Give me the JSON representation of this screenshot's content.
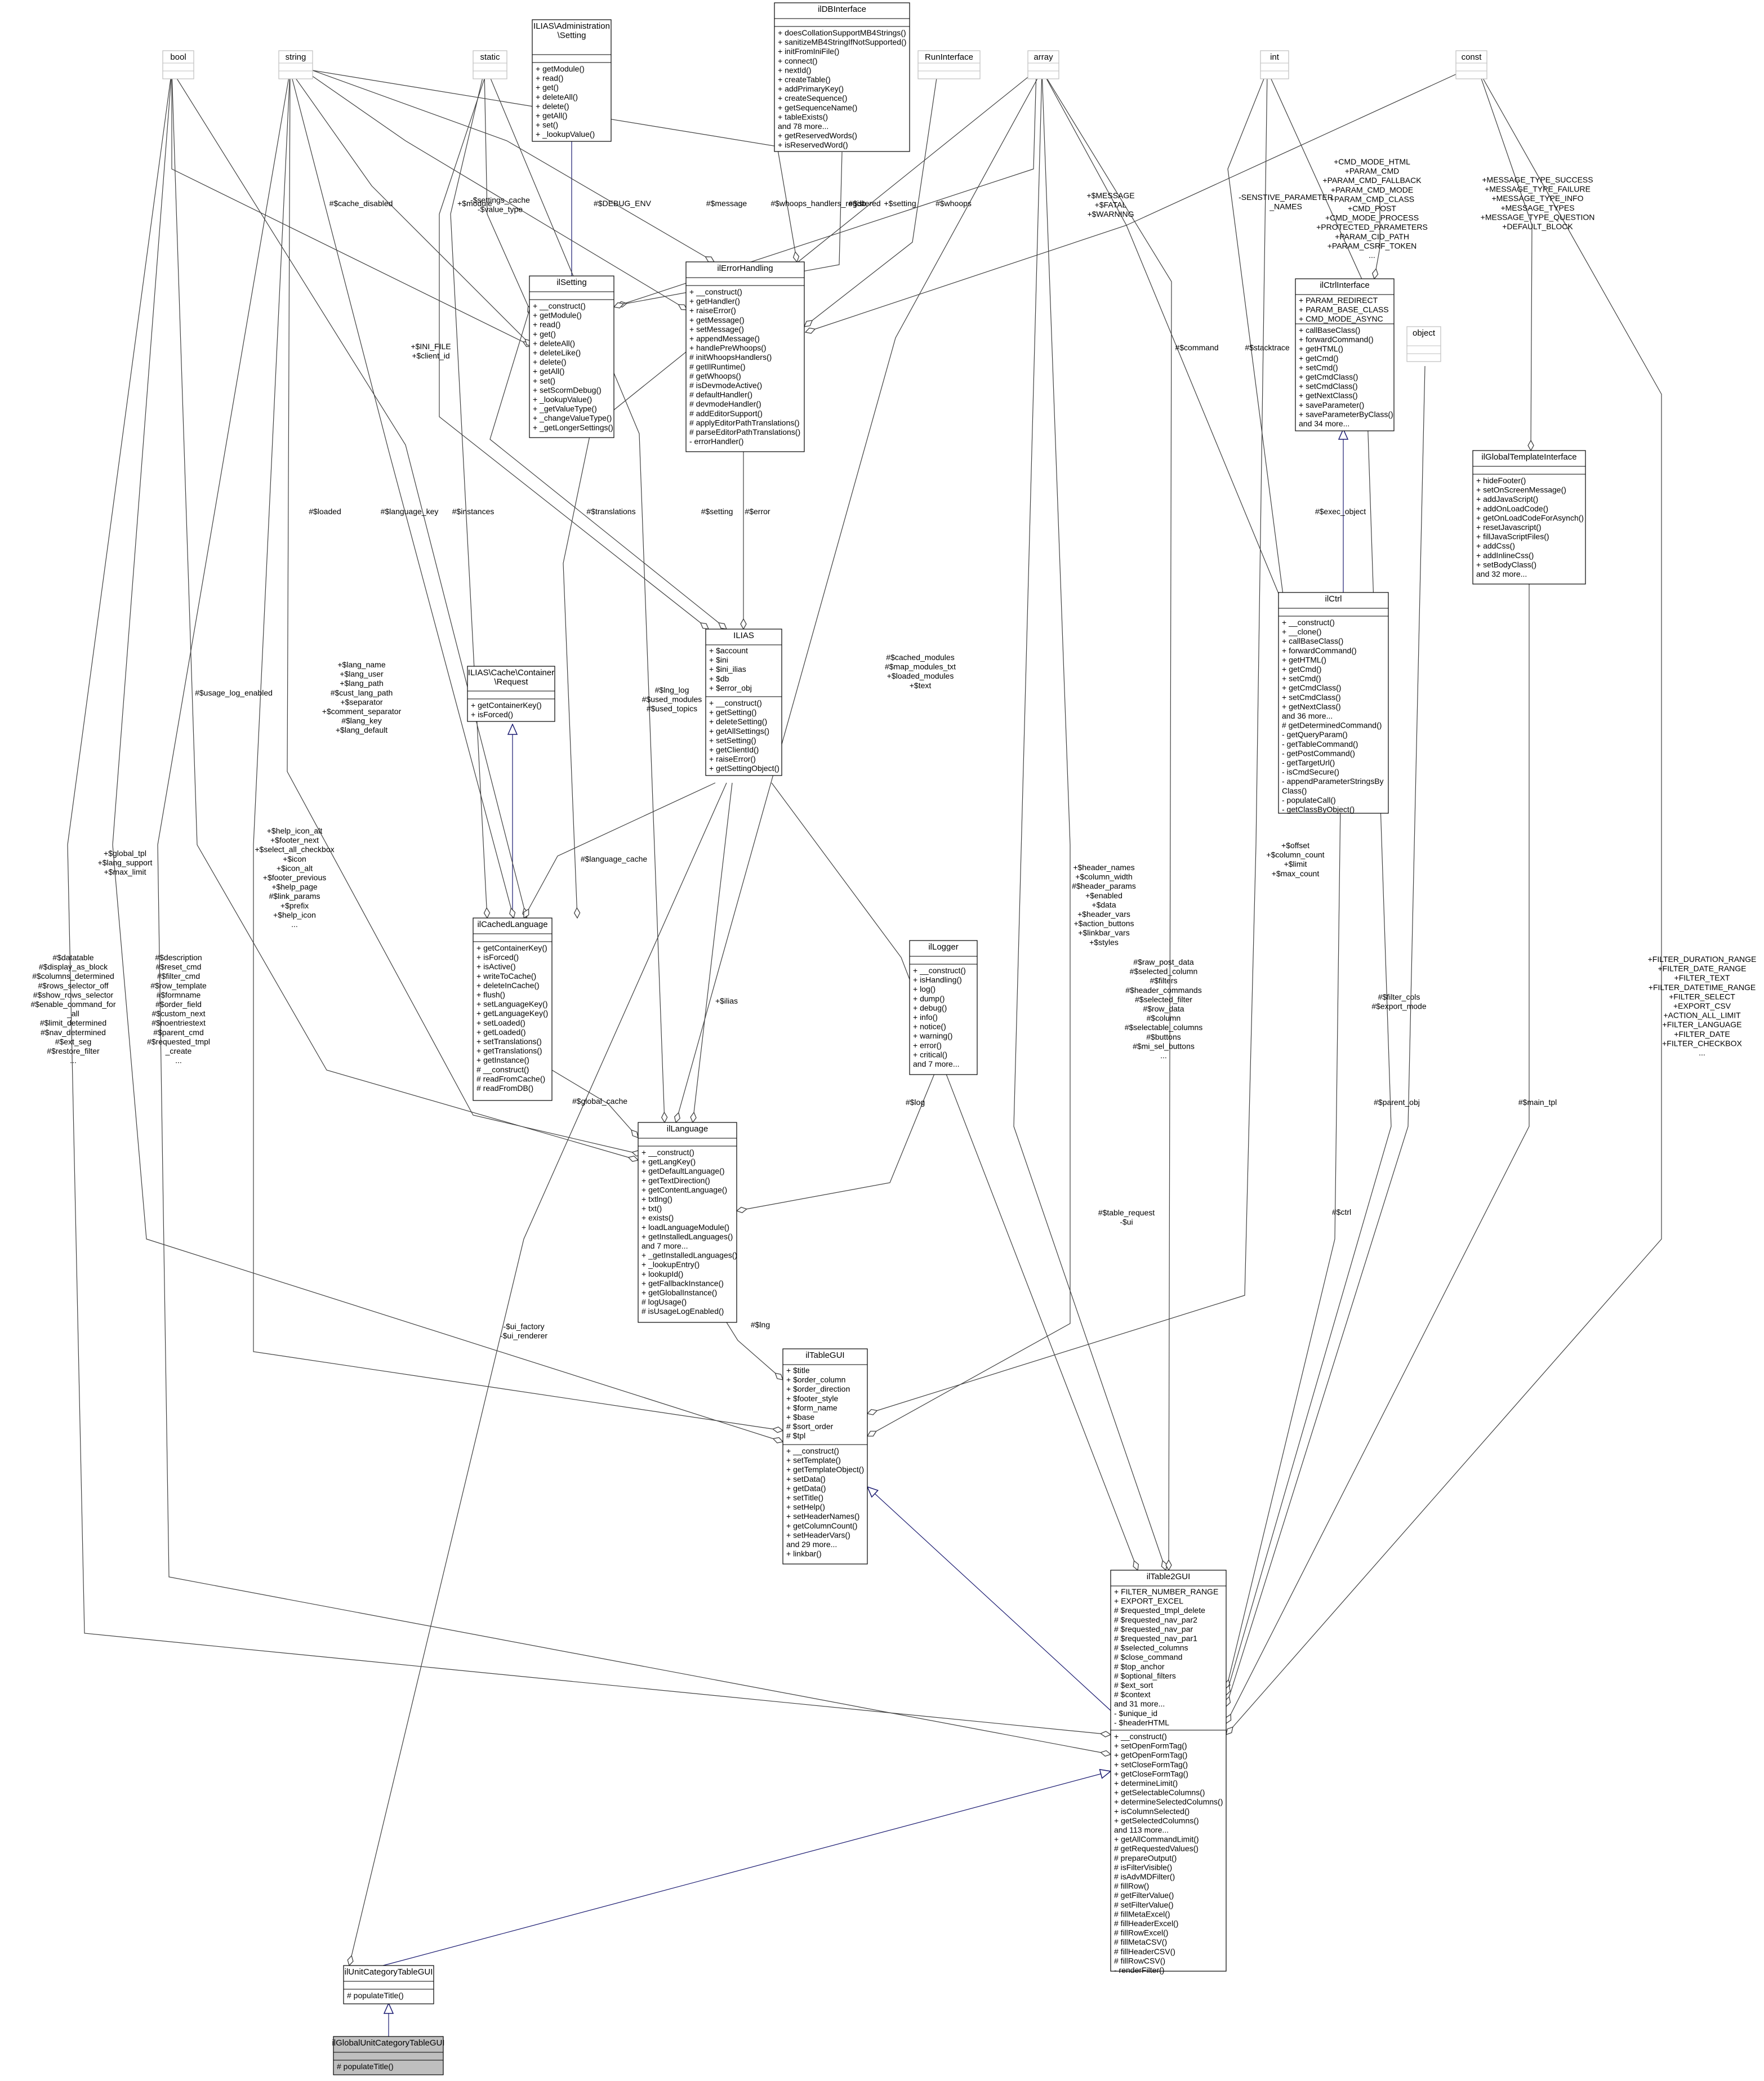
{
  "classes": {
    "bool": {
      "title": "bool",
      "attrs": [],
      "ops": []
    },
    "string": {
      "title": "string",
      "attrs": [],
      "ops": []
    },
    "static": {
      "title": "static",
      "attrs": [],
      "ops": []
    },
    "setting_iface": {
      "title": "ILIAS\\Administration\n\\Setting",
      "attrs": [],
      "ops": [
        "+ getModule()",
        "+ read()",
        "+ get()",
        "+ deleteAll()",
        "+ delete()",
        "+ getAll()",
        "+ set()",
        "+ _lookupValue()"
      ]
    },
    "dbinterface": {
      "title": "ilDBInterface",
      "attrs": [],
      "ops": [
        "+ doesCollationSupportMB4Strings()",
        "+ sanitizeMB4StringIfNotSupported()",
        "+ initFromIniFile()",
        "+ connect()",
        "+ nextId()",
        "+ createTable()",
        "+ addPrimaryKey()",
        "+ createSequence()",
        "+ getSequenceName()",
        "+ tableExists()",
        "and 78 more...",
        "+ getReservedWords()",
        "+ isReservedWord()"
      ]
    },
    "runinterface": {
      "title": "RunInterface",
      "attrs": [],
      "ops": []
    },
    "array": {
      "title": "array",
      "attrs": [],
      "ops": []
    },
    "int": {
      "title": "int",
      "attrs": [],
      "ops": []
    },
    "const": {
      "title": "const",
      "attrs": [],
      "ops": []
    },
    "ilsetting": {
      "title": "ilSetting",
      "attrs": [],
      "ops": [
        "+ __construct()",
        "+ getModule()",
        "+ read()",
        "+ get()",
        "+ deleteAll()",
        "+ deleteLike()",
        "+ delete()",
        "+ getAll()",
        "+ set()",
        "+ setScormDebug()",
        "+ _lookupValue()",
        "+ _getValueType()",
        "+ _changeValueType()",
        "+ _getLongerSettings()"
      ]
    },
    "ilerrorhandling": {
      "title": "ilErrorHandling",
      "attrs": [],
      "ops": [
        "+ __construct()",
        "+ getHandler()",
        "+ raiseError()",
        "+ getMessage()",
        "+ setMessage()",
        "+ appendMessage()",
        "+ handlePreWhoops()",
        "# initWhoopsHandlers()",
        "# getIlRuntime()",
        "# getWhoops()",
        "# isDevmodeActive()",
        "# defaultHandler()",
        "# devmodeHandler()",
        "# addEditorSupport()",
        "# applyEditorPathTranslations()",
        "# parseEditorPathTranslations()",
        "- errorHandler()"
      ]
    },
    "ilctrlinterface": {
      "title": "ilCtrlInterface",
      "attrs": [
        "+ PARAM_REDIRECT",
        "+ PARAM_BASE_CLASS",
        "+ CMD_MODE_ASYNC"
      ],
      "ops": [
        "+ callBaseClass()",
        "+ forwardCommand()",
        "+ getHTML()",
        "+ getCmd()",
        "+ setCmd()",
        "+ getCmdClass()",
        "+ setCmdClass()",
        "+ getNextClass()",
        "+ saveParameter()",
        "+ saveParameterByClass()",
        "and 34 more..."
      ]
    },
    "object": {
      "title": "object",
      "attrs": [],
      "ops": []
    },
    "ilglobaltemplateinterface": {
      "title": "ilGlobalTemplateInterface",
      "attrs": [],
      "ops": [
        "+ hideFooter()",
        "+ setOnScreenMessage()",
        "+ addJavaScript()",
        "+ addOnLoadCode()",
        "+ getOnLoadCodeForAsynch()",
        "+ resetJavascript()",
        "+ fillJavaScriptFiles()",
        "+ addCss()",
        "+ addInlineCss()",
        "+ setBodyClass()",
        "and 32 more..."
      ]
    },
    "ilias": {
      "title": "ILIAS",
      "attrs": [
        "+ $account",
        "+ $ini",
        "+ $ini_ilias",
        "+ $db",
        "+ $error_obj"
      ],
      "ops": [
        "+ __construct()",
        "+ getSetting()",
        "+ deleteSetting()",
        "+ getAllSettings()",
        "+ setSetting()",
        "+ getClientId()",
        "+ raiseError()",
        "+ getSettingObject()"
      ]
    },
    "cacherequest": {
      "title": "ILIAS\\Cache\\Container\n\\Request",
      "attrs": [],
      "ops": [
        "+ getContainerKey()",
        "+ isForced()"
      ]
    },
    "ilctrl": {
      "title": "ilCtrl",
      "attrs": [],
      "ops": [
        "+ __construct()",
        "+ __clone()",
        "+ callBaseClass()",
        "+ forwardCommand()",
        "+ getHTML()",
        "+ getCmd()",
        "+ setCmd()",
        "+ getCmdClass()",
        "+ setCmdClass()",
        "+ getNextClass()",
        "and 36 more...",
        "# getDeterminedCommand()",
        "- getQueryParam()",
        "- getTableCommand()",
        "- getPostCommand()",
        "- getTargetUrl()",
        "- isCmdSecure()",
        "- appendParameterStringsBy",
        "Class()",
        "- populateCall()",
        "- getClassByObject()"
      ]
    },
    "ilcachedlanguage": {
      "title": "ilCachedLanguage",
      "attrs": [],
      "ops": [
        "+ getContainerKey()",
        "+ isForced()",
        "+ isActive()",
        "+ writeToCache()",
        "+ deleteInCache()",
        "+ flush()",
        "+ setLanguageKey()",
        "+ getLanguageKey()",
        "+ setLoaded()",
        "+ getLoaded()",
        "+ setTranslations()",
        "+ getTranslations()",
        "+ getInstance()",
        "# __construct()",
        "# readFromCache()",
        "# readFromDB()"
      ]
    },
    "illogger": {
      "title": "ilLogger",
      "attrs": [],
      "ops": [
        "+ __construct()",
        "+ isHandling()",
        "+ log()",
        "+ dump()",
        "+ debug()",
        "+ info()",
        "+ notice()",
        "+ warning()",
        "+ error()",
        "+ critical()",
        "and 7 more..."
      ]
    },
    "illanguage": {
      "title": "ilLanguage",
      "attrs": [],
      "ops": [
        "+ __construct()",
        "+ getLangKey()",
        "+ getDefaultLanguage()",
        "+ getTextDirection()",
        "+ getContentLanguage()",
        "+ txtlng()",
        "+ txt()",
        "+ exists()",
        "+ loadLanguageModule()",
        "+ getInstalledLanguages()",
        "and 7 more...",
        "+ _getInstalledLanguages()",
        "+ _lookupEntry()",
        "+ lookupId()",
        "+ getFallbackInstance()",
        "+ getGlobalInstance()",
        "# logUsage()",
        "# isUsageLogEnabled()"
      ]
    },
    "iltablegui": {
      "title": "ilTableGUI",
      "attrs": [
        "+ $title",
        "+ $order_column",
        "+ $order_direction",
        "+ $footer_style",
        "+ $form_name",
        "+ $base",
        "# $sort_order",
        "# $tpl"
      ],
      "ops": [
        "+ __construct()",
        "+ setTemplate()",
        "+ getTemplateObject()",
        "+ setData()",
        "+ getData()",
        "+ setTitle()",
        "+ setHelp()",
        "+ setHeaderNames()",
        "+ getColumnCount()",
        "+ setHeaderVars()",
        "and 29 more...",
        "+ linkbar()"
      ]
    },
    "iltable2gui": {
      "title": "ilTable2GUI",
      "attrs": [
        "+ FILTER_NUMBER_RANGE",
        "+ EXPORT_EXCEL",
        "# $requested_tmpl_delete",
        "# $requested_nav_par2",
        "# $requested_nav_par",
        "# $requested_nav_par1",
        "# $selected_columns",
        "# $close_command",
        "# $top_anchor",
        "# $optional_filters",
        "# $ext_sort",
        "# $context",
        "and 31 more...",
        "- $unique_id",
        "- $headerHTML"
      ],
      "ops": [
        "+ __construct()",
        "+ setOpenFormTag()",
        "+ getOpenFormTag()",
        "+ setCloseFormTag()",
        "+ getCloseFormTag()",
        "+ determineLimit()",
        "+ getSelectableColumns()",
        "+ determineSelectedColumns()",
        "+ isColumnSelected()",
        "+ getSelectedColumns()",
        "and 113 more...",
        "+ getAllCommandLimit()",
        "# getRequestedValues()",
        "# prepareOutput()",
        "# isFilterVisible()",
        "# isAdvMDFilter()",
        "# fillRow()",
        "# getFilterValue()",
        "# setFilterValue()",
        "# fillMetaExcel()",
        "# fillHeaderExcel()",
        "# fillRowExcel()",
        "# fillMetaCSV()",
        "# fillHeaderCSV()",
        "# fillRowCSV()",
        "- renderFilter()"
      ]
    },
    "ilunitcategorytablegui": {
      "title": "ilUnitCategoryTableGUI",
      "attrs": [],
      "ops": [
        "# populateTitle()"
      ]
    },
    "ilglobalunitcategorytablegui": {
      "title": "ilGlobalUnitCategoryTableGUI",
      "attrs": [],
      "ops": [
        "# populateTitle()"
      ]
    }
  },
  "edge_labels": {
    "cache_disabled": [
      "#$cache_disabled"
    ],
    "module": [
      "+$module"
    ],
    "settings_cache": [
      "-$settings_cache",
      "-$value_type"
    ],
    "debug_env": [
      "#$DEBUG_ENV"
    ],
    "message": [
      "#$message"
    ],
    "whoops_registered": [
      "#$whoops_handlers_registered"
    ],
    "db": [
      "#$db"
    ],
    "setting_plus": [
      "+$setting"
    ],
    "whoops": [
      "#$whoops"
    ],
    "message_fatal": [
      "+$MESSAGE",
      "+$FATAL",
      "+$WARNING"
    ],
    "sensitive": [
      "-SENSTIVE_PARAMETER",
      "_NAMES"
    ],
    "ctrl_consts": [
      "+CMD_MODE_HTML",
      "+PARAM_CMD",
      "+PARAM_CMD_FALLBACK",
      "+PARAM_CMD_MODE",
      "+PARAM_CMD_CLASS",
      "+CMD_POST",
      "+CMD_MODE_PROCESS",
      "+PROTECTED_PARAMETERS",
      "+PARAM_CID_PATH",
      "+PARAM_CSRF_TOKEN",
      "..."
    ],
    "msg_consts": [
      "+MESSAGE_TYPE_SUCCESS",
      "+MESSAGE_TYPE_FAILURE",
      "+MESSAGE_TYPE_INFO",
      "+MESSAGE_TYPES",
      "+MESSAGE_TYPE_QUESTION",
      "+DEFAULT_BLOCK"
    ],
    "ini_file": [
      "+$INI_FILE",
      "+$client_id"
    ],
    "command": [
      "#$command"
    ],
    "stacktrace": [
      "#$stacktrace"
    ],
    "exec_object": [
      "#$exec_object"
    ],
    "loaded": [
      "#$loaded"
    ],
    "language_key": [
      "#$language_key"
    ],
    "instances": [
      "#$instances"
    ],
    "translations": [
      "#$translations"
    ],
    "setting_hash": [
      "#$setting"
    ],
    "error": [
      "#$error"
    ],
    "lang_name": [
      "+$lang_name",
      "+$lang_user",
      "+$lang_path",
      "#$cust_lang_path",
      "+$separator",
      "+$comment_separator",
      "#$lang_key",
      "+$lang_default"
    ],
    "usage_log": [
      "#$usage_log_enabled"
    ],
    "lng_log": [
      "#$lng_log",
      "#$used_modules",
      "#$used_topics"
    ],
    "cached_modules": [
      "#$cached_modules",
      "#$map_modules_txt",
      "+$loaded_modules",
      "+$text"
    ],
    "help_icon": [
      "+$help_icon_alt",
      "+$footer_next",
      "+$select_all_checkbox",
      "+$icon",
      "+$icon_alt",
      "+$footer_previous",
      "+$help_page",
      "#$link_params",
      "+$prefix",
      "+$help_icon",
      "..."
    ],
    "global_tpl": [
      "+$global_tpl",
      "+$lang_support",
      "+$max_limit"
    ],
    "language_cache": [
      "#$language_cache"
    ],
    "header_names": [
      "+$header_names",
      "+$column_width",
      "#$header_params",
      "+$enabled",
      "+$data",
      "+$header_vars",
      "+$action_buttons",
      "+$linkbar_vars",
      "+$styles"
    ],
    "offset": [
      "+$offset",
      "+$column_count",
      "+$limit",
      "+$max_count"
    ],
    "ilias_ref": [
      "+$ilias"
    ],
    "datatable": [
      "#$datatable",
      "#$display_as_block",
      "#$columns_determined",
      "#$rows_selector_off",
      "#$show_rows_selector",
      "#$enable_command_for",
      "_all",
      "#$limit_determined",
      "#$nav_determined",
      "#$ext_seg",
      "#$restore_filter",
      "..."
    ],
    "description": [
      "#$description",
      "#$reset_cmd",
      "#$filter_cmd",
      "#$row_template",
      "#$formname",
      "#$order_field",
      "#$custom_next",
      "#$noentriestext",
      "#$parent_cmd",
      "#$requested_tmpl",
      "_create",
      "..."
    ],
    "raw_post": [
      "#$raw_post_data",
      "#$selected_column",
      "#$filters",
      "#$header_commands",
      "#$selected_filter",
      "#$row_data",
      "#$column",
      "#$selectable_columns",
      "#$buttons",
      "#$mi_sel_buttons",
      "..."
    ],
    "filter_cols": [
      "#$filter_cols",
      "#$export_mode"
    ],
    "filter_consts": [
      "+FILTER_DURATION_RANGE",
      "+FILTER_DATE_RANGE",
      "+FILTER_TEXT",
      "+FILTER_DATETIME_RANGE",
      "+FILTER_SELECT",
      "+EXPORT_CSV",
      "+ACTION_ALL_LIMIT",
      "+FILTER_LANGUAGE",
      "+FILTER_DATE",
      "+FILTER_CHECKBOX",
      "..."
    ],
    "global_cache": [
      "#$global_cache"
    ],
    "log": [
      "#$log"
    ],
    "lng": [
      "#$lng"
    ],
    "ctrl": [
      "#$ctrl"
    ],
    "parent_obj": [
      "#$parent_obj"
    ],
    "main_tpl": [
      "#$main_tpl"
    ],
    "table_request": [
      "#$table_request",
      "-$ui"
    ],
    "ui_factory": [
      "-$ui_factory",
      "-$ui_renderer"
    ]
  },
  "colors": {
    "edge": "#404040",
    "inherit": "#191970",
    "box_border": "#000000",
    "placeholder_border": "#bfbfbf",
    "highlight_fill": "#bfbfbf"
  }
}
